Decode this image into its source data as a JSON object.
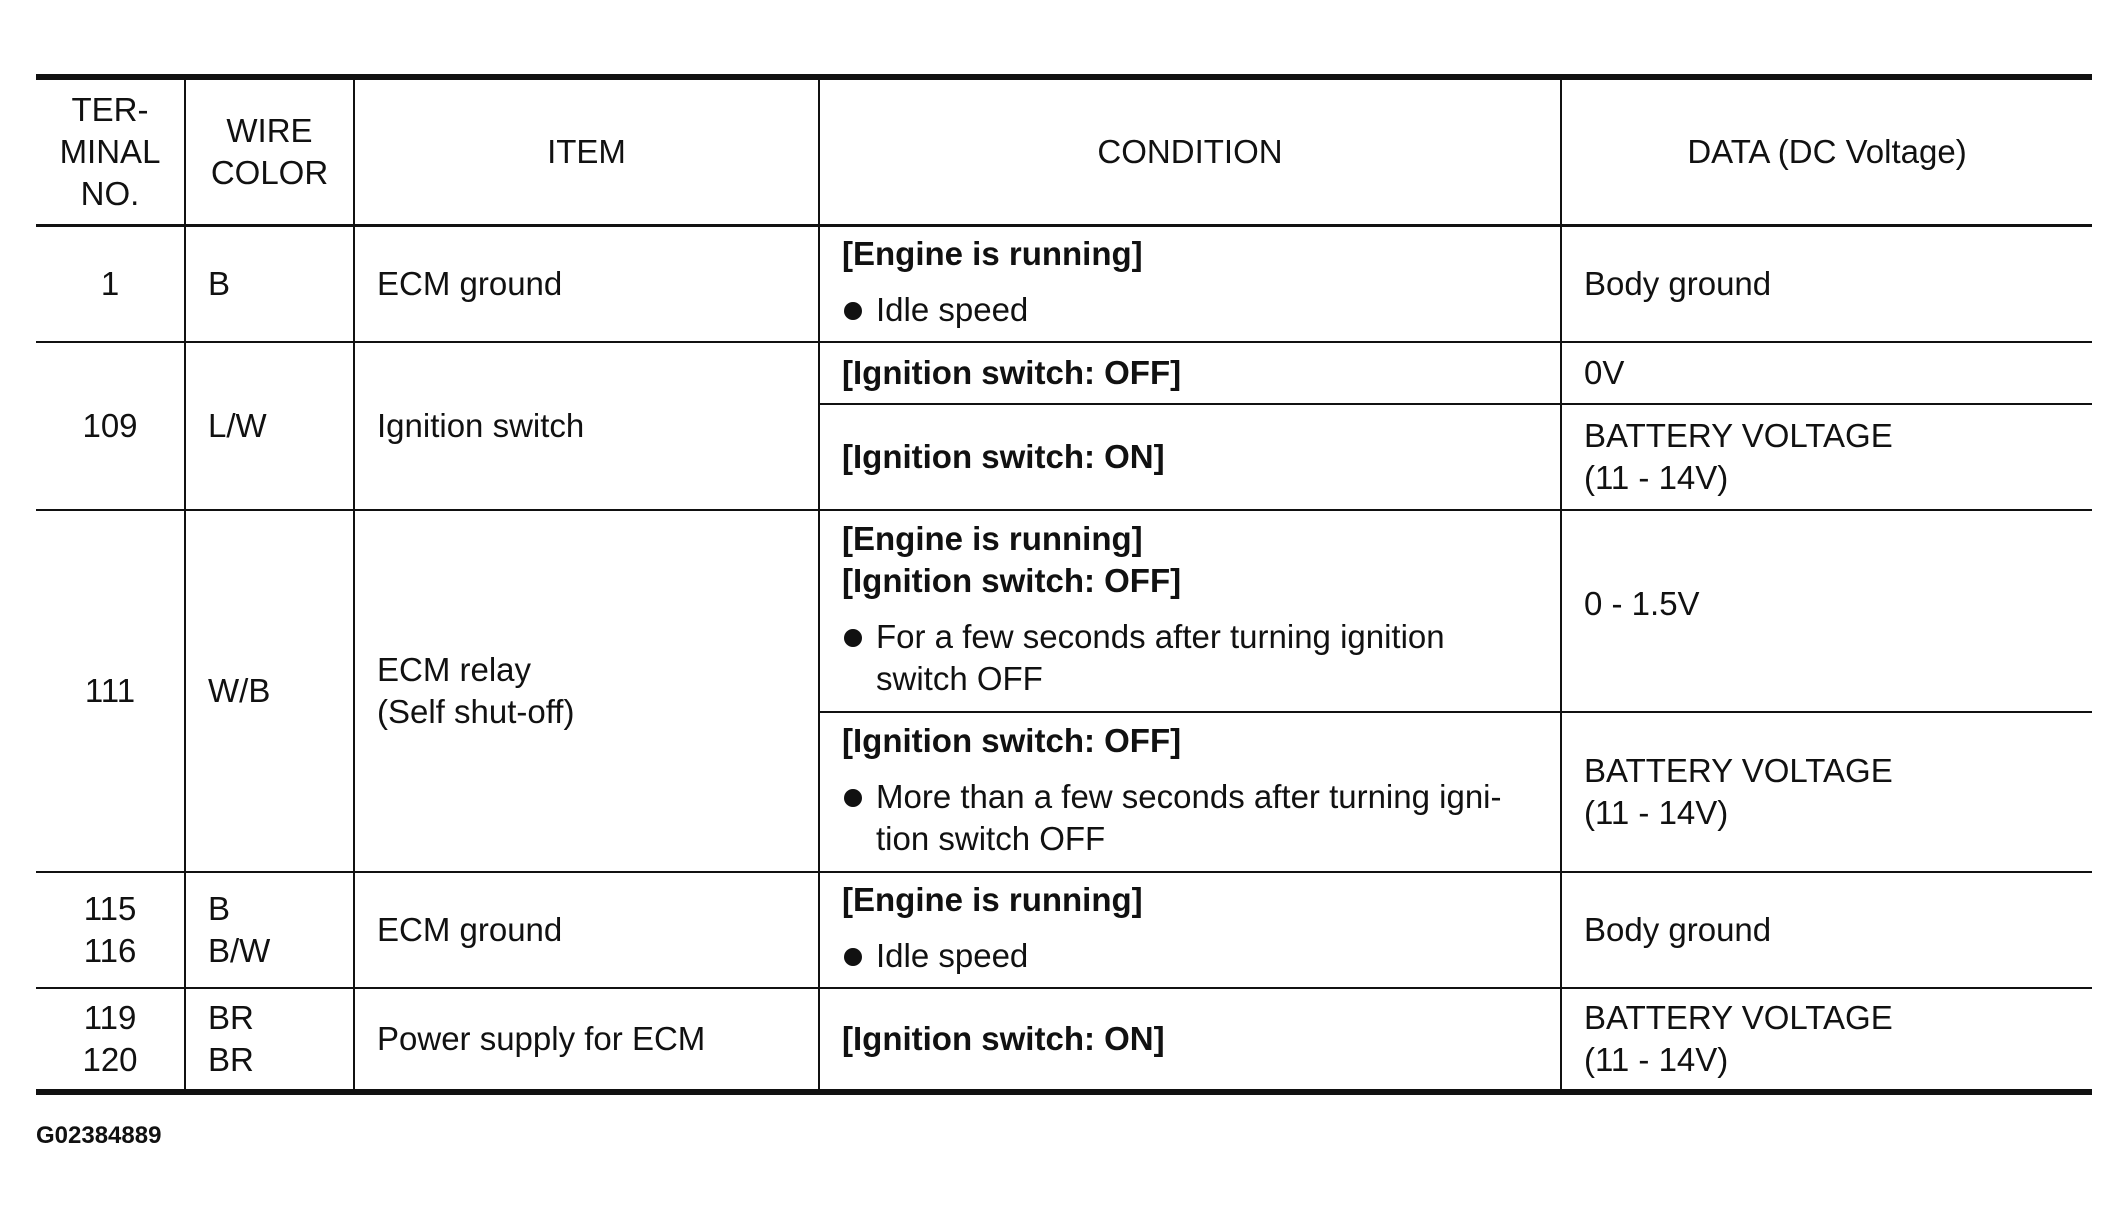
{
  "header": {
    "terminal_no": [
      "TER-",
      "MINAL",
      "NO."
    ],
    "wire_color": [
      "WIRE",
      "COLOR"
    ],
    "item": "ITEM",
    "condition": "CONDITION",
    "data": "DATA (DC Voltage)"
  },
  "rows": {
    "r1": {
      "terminal": "1",
      "wire": "B",
      "item": "ECM ground",
      "condition_title": "[Engine is running]",
      "condition_bullet": "Idle speed",
      "data": "Body ground"
    },
    "r109": {
      "terminal": "109",
      "wire": "L/W",
      "item": "Ignition switch",
      "cond_off": "[Ignition switch: OFF]",
      "data_off": "0V",
      "cond_on": "[Ignition switch: ON]",
      "data_on": [
        "BATTERY VOLTAGE",
        "(11 - 14V)"
      ]
    },
    "r111": {
      "terminal": "111",
      "wire": "W/B",
      "item": [
        "ECM relay",
        "(Self shut-off)"
      ],
      "cond_a_titles": [
        "[Engine is running]",
        "[Ignition switch: OFF]"
      ],
      "cond_a_bullet": [
        "For a few seconds after turning ignition",
        "switch OFF"
      ],
      "data_a": "0 - 1.5V",
      "cond_b_title": "[Ignition switch: OFF]",
      "cond_b_bullet": [
        "More than a few seconds after turning igni-",
        "tion switch OFF"
      ],
      "data_b": [
        "BATTERY VOLTAGE",
        "(11 - 14V)"
      ]
    },
    "r115": {
      "terminals": [
        "115",
        "116"
      ],
      "wires": [
        "B",
        "B/W"
      ],
      "item": "ECM ground",
      "condition_title": "[Engine is running]",
      "condition_bullet": "Idle speed",
      "data": "Body ground"
    },
    "r119": {
      "terminals": [
        "119",
        "120"
      ],
      "wires": [
        "BR",
        "BR"
      ],
      "item": "Power supply for ECM",
      "condition_title": "[Ignition switch: ON]",
      "data": [
        "BATTERY VOLTAGE",
        "(11 - 14V)"
      ]
    }
  },
  "figure_code": "G02384889"
}
